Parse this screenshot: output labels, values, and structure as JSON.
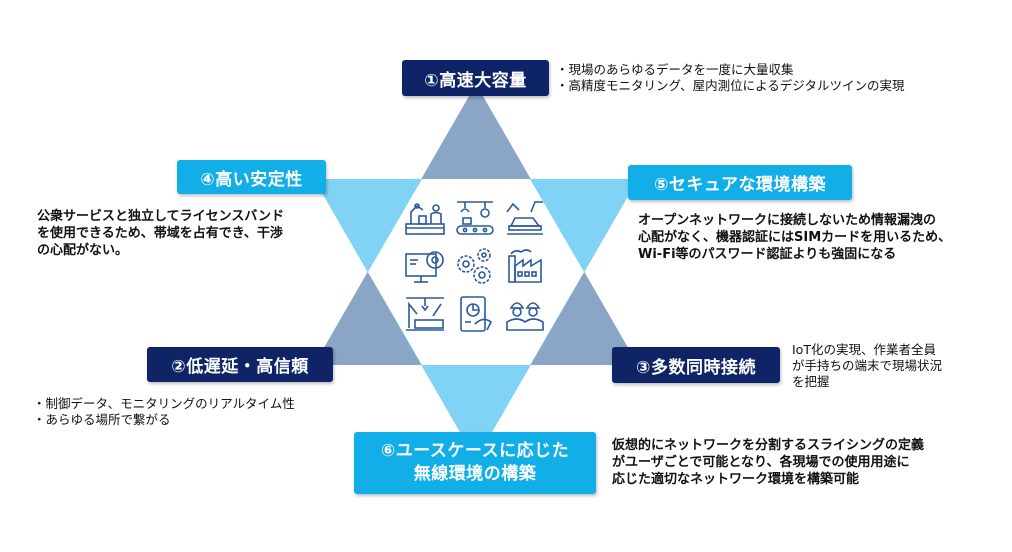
{
  "colors": {
    "dark_box": "#0e2466",
    "light_box": "#12aee8",
    "up_triangle": "#8aa5c5",
    "down_triangle": "#80d3f5",
    "icon_stroke": "#2a5a9e"
  },
  "features": [
    {
      "id": "1",
      "title": "①高速大容量",
      "style": "dark",
      "description": [
        "・現場のあらゆるデータを一度に大量収集",
        "・高精度モニタリング、屋内測位によるデジタルツインの実現"
      ]
    },
    {
      "id": "2",
      "title": "②低遅延・高信頼",
      "style": "dark",
      "description": [
        "・制御データ、モニタリングのリアルタイム性",
        "・あらゆる場所で繋がる"
      ]
    },
    {
      "id": "3",
      "title": "③多数同時接続",
      "style": "dark",
      "description": [
        "IoT化の実現、作業者全員",
        "が手持ちの端末で現場状況",
        "を把握"
      ]
    },
    {
      "id": "4",
      "title": "④高い安定性",
      "style": "light",
      "description": [
        "公衆サービスと独立してライセンスバンド",
        "を使用できるため、帯域を占有でき、干渉",
        "の心配がない。"
      ]
    },
    {
      "id": "5",
      "title": "⑤セキュアな環境構築",
      "style": "light",
      "description": [
        "オープンネットワークに接続しないため情報漏洩の",
        "心配がなく、機器認証にはSIMカードを用いるため、",
        "Wi-Fi等のパスワード認証よりも強固になる"
      ]
    },
    {
      "id": "6",
      "title_lines": [
        "⑥ユースケースに応じた",
        "無線環境の構築"
      ],
      "style": "light",
      "description": [
        "仮想的にネットワークを分割するスライシングの定義",
        "がユーザごとで可能となり、各現場での使用用途に",
        "応じた適切なネットワーク環境を構築可能"
      ]
    }
  ],
  "center_icons": [
    "factory-worker-robot-arm-icon",
    "conveyor-robot-gripper-icon",
    "car-assembly-robot-icon",
    "monitor-gear-wifi-icon",
    "gears-icon",
    "factory-building-icon",
    "robot-assembly-line-icon",
    "tablet-analytics-hand-icon",
    "engineers-hardhat-icon"
  ]
}
